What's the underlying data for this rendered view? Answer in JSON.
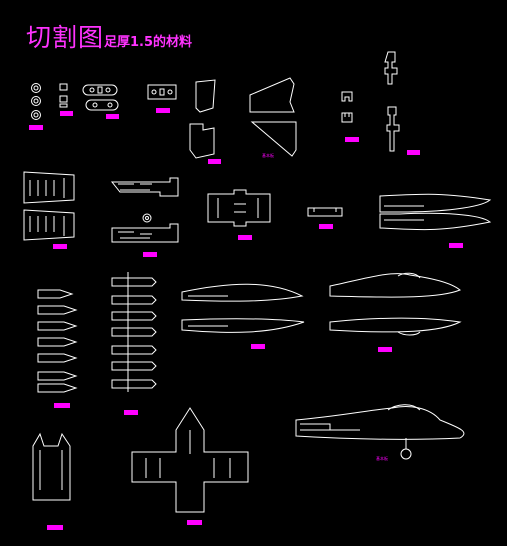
{
  "title": {
    "main": "切割图",
    "sub": "足厚1.5的材料"
  },
  "labels": {
    "small_a": "基本板",
    "small_b": "基本板"
  },
  "colors": {
    "background": "#000000",
    "outline": "#ffffff",
    "accent": "#ff00ff"
  }
}
